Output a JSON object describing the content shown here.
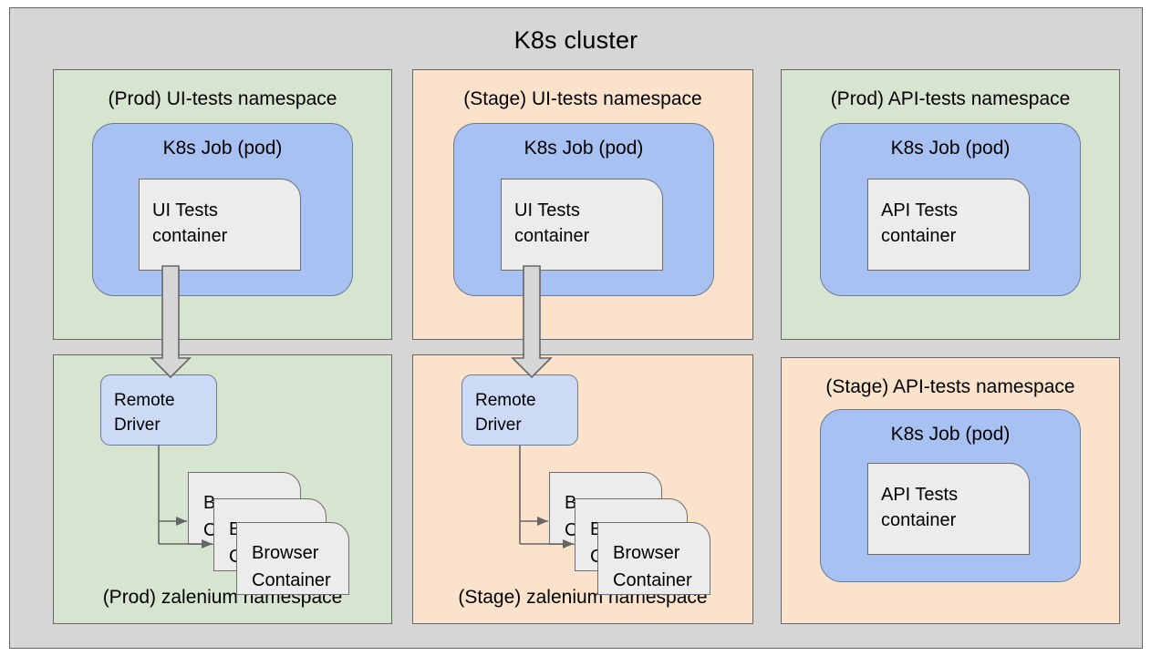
{
  "cluster": {
    "title": "K8s cluster",
    "bg_color": "#d6d6d6",
    "border_color": "#666666"
  },
  "colors": {
    "namespace_prod": "#d7e5d0",
    "namespace_stage": "#fbe2ca",
    "pod_blue": "#a6c1f2",
    "driver_blue": "#ccdaf5",
    "container_gray": "#ececec",
    "stroke": "#666666",
    "text": "#000000"
  },
  "namespaces": [
    {
      "id": "prod-ui-tests",
      "title": "(Prod) UI-tests namespace",
      "title_position": "top",
      "theme": "green",
      "pod": {
        "title": "K8s Job (pod)",
        "container_label": "UI Tests\ncontainer"
      }
    },
    {
      "id": "stage-ui-tests",
      "title": "(Stage) UI-tests namespace",
      "title_position": "top",
      "theme": "orange",
      "pod": {
        "title": "K8s Job (pod)",
        "container_label": "UI Tests\ncontainer"
      }
    },
    {
      "id": "prod-api-tests",
      "title": "(Prod) API-tests namespace",
      "title_position": "top",
      "theme": "green",
      "pod": {
        "title": "K8s Job (pod)",
        "container_label": "API Tests\ncontainer"
      }
    },
    {
      "id": "prod-zalenium",
      "title": "(Prod) zalenium namespace",
      "title_position": "bottom",
      "theme": "green",
      "driver_label": "Remote\nDriver",
      "browser_labels": [
        "Browser\nContainer",
        "Browser\nContainer",
        "Browser\nContainer"
      ]
    },
    {
      "id": "stage-zalenium",
      "title": "(Stage) zalenium namespace",
      "title_position": "bottom",
      "theme": "orange",
      "driver_label": "Remote\nDriver",
      "browser_labels": [
        "Browser\nContainer",
        "Browser\nContainer",
        "Browser\nContainer"
      ]
    },
    {
      "id": "stage-api-tests",
      "title": "(Stage) API-tests namespace",
      "title_position": "top",
      "theme": "orange",
      "pod": {
        "title": "K8s Job (pod)",
        "container_label": "API Tests\ncontainer"
      }
    }
  ]
}
